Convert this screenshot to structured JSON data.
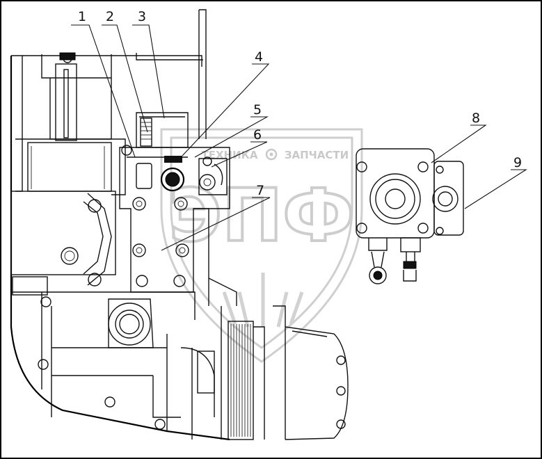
{
  "watermark": {
    "left_text": "ТЕХНИКА",
    "right_text": "ЗАПЧАСТИ",
    "logo_text": "ЭПФ",
    "gear_icon": "gear-icon",
    "color": "#c9c9c9"
  },
  "callouts": [
    {
      "id": "1",
      "label": "1"
    },
    {
      "id": "2",
      "label": "2"
    },
    {
      "id": "3",
      "label": "3"
    },
    {
      "id": "4",
      "label": "4"
    },
    {
      "id": "5",
      "label": "5"
    },
    {
      "id": "6",
      "label": "6"
    },
    {
      "id": "7",
      "label": "7"
    },
    {
      "id": "8",
      "label": "8"
    },
    {
      "id": "9",
      "label": "9"
    }
  ]
}
